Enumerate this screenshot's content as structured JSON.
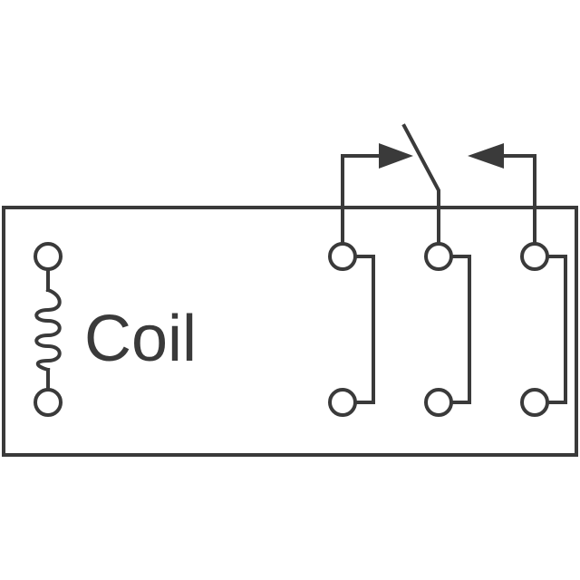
{
  "coil": {
    "label": "Coil"
  },
  "colors": {
    "stroke": "#3a3a3a",
    "background": "#ffffff"
  },
  "contacts": {
    "pins": [
      "pin-1",
      "pin-2",
      "pin-3",
      "pin-4",
      "pin-5",
      "pin-6"
    ],
    "switch_state": "open"
  },
  "icons": [
    "coil-winding-icon",
    "relay-switch-icon",
    "arrow-right-icon",
    "arrow-left-icon"
  ]
}
